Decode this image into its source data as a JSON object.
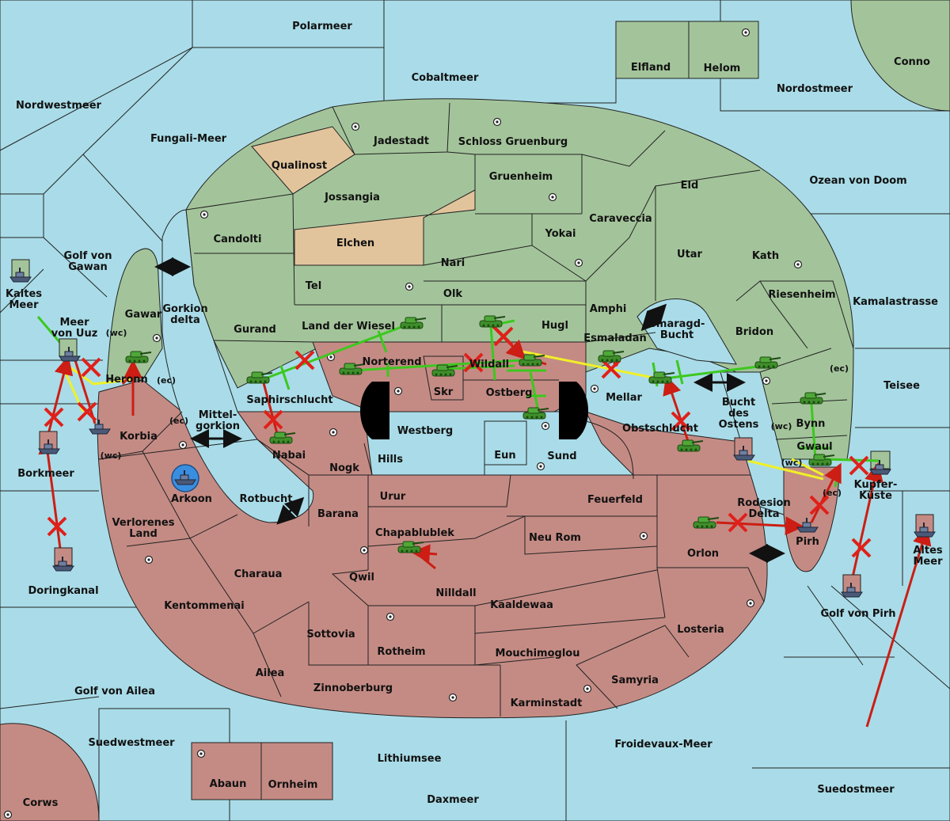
{
  "map": {
    "colors": {
      "sea": "#a9dce8",
      "green_land": "#a3c49a",
      "red_land": "#c48b84",
      "neutral_land": "#e2c49c",
      "green_order": "#3cc81e",
      "red_order": "#cc1e14",
      "yellow_order": "#f0f028",
      "border": "#222222"
    },
    "icons": [
      "army-icon",
      "fleet-icon",
      "supply-center-icon",
      "cross-mark-icon",
      "double-arrow-icon"
    ],
    "sea_labels": {
      "polarmeer": "Polarmeer",
      "cobaltmeer": "Cobaltmeer",
      "nordwestmeer": "Nordwestmeer",
      "fungali_meer": "Fungali-Meer",
      "nordostmeer": "Nordostmeer",
      "ozean_von_doom": "Ozean von Doom",
      "golf_von_gawan_1": "Golf von",
      "golf_von_gawan_2": "Gawan",
      "kaltes_meer_1": "Kaltes",
      "kaltes_meer_2": "Meer",
      "meer_von_uuz_1": "Meer",
      "meer_von_uuz_2": "von Uuz",
      "gorkion_delta_1": "Gorkion",
      "gorkion_delta_2": "delta",
      "mittelgorkion_1": "Mittel-",
      "mittelgorkion_2": "gorkion",
      "borkmeer": "Borkmeer",
      "rotbucht": "Rotbucht",
      "smaragd_bucht_1": "Smaragd-",
      "smaragd_bucht_2": "Bucht",
      "kamalastrasse": "Kamalastrasse",
      "teisee": "Teisee",
      "bucht_des_ostens_1": "Bucht",
      "bucht_des_ostens_2": "des",
      "bucht_des_ostens_3": "Ostens",
      "rodesion_delta_1": "Rodesion",
      "rodesion_delta_2": "Delta",
      "altes_meer_1": "Altes",
      "altes_meer_2": "Meer",
      "golf_von_pirh": "Golf von Pirh",
      "doringkanal": "Doringkanal",
      "golf_von_ailea": "Golf von Ailea",
      "suedwestmeer": "Suedwestmeer",
      "lithiumsee": "Lithiumsee",
      "froidevaux_meer": "Froidevaux-Meer",
      "daxmeer": "Daxmeer",
      "suedostmeer": "Suedostmeer"
    },
    "land_labels": {
      "elfland": "Elfland",
      "helom": "Helom",
      "conno": "Conno",
      "jadestadt": "Jadestadt",
      "schloss_gruenburg": "Schloss Gruenburg",
      "qualinost": "Qualinost",
      "gruenheim": "Gruenheim",
      "eld": "Eld",
      "jossangia": "Jossangia",
      "caraveccia": "Caraveccia",
      "candolti": "Candolti",
      "yokai": "Yokai",
      "elchen": "Elchen",
      "utar": "Utar",
      "nari": "Nari",
      "kath": "Kath",
      "tel": "Tel",
      "olk": "Olk",
      "riesenheim": "Riesenheim",
      "amphi": "Amphi",
      "gawar": "Gawar",
      "gurand": "Gurand",
      "land_der_wiesel": "Land der Wiesel",
      "hugl": "Hugl",
      "bridon": "Bridon",
      "esmaladan": "Esmaladan",
      "norterend": "Norterend",
      "wildall": "Wildall",
      "heronn": "Heronn",
      "skr": "Skr",
      "ostberg": "Ostberg",
      "mellar": "Mellar",
      "saphirschlucht": "Saphirschlucht",
      "bynn": "Bynn",
      "westberg": "Westberg",
      "obstschlucht": "Obstschlucht",
      "korbia": "Korbia",
      "nabai": "Nabai",
      "gwaul": "Gwaul",
      "hills": "Hills",
      "eun": "Eun",
      "sund": "Sund",
      "nogk": "Nogk",
      "kupfer_kueste_1": "Kupfer-",
      "kupfer_kueste_2": "Küste",
      "arkoon": "Arkoon",
      "urur": "Urur",
      "feuerfeld": "Feuerfeld",
      "barana": "Barana",
      "verlorenes_land_1": "Verlorenes",
      "verlorenes_land_2": "Land",
      "chapablublek": "Chapablublek",
      "neu_rom": "Neu Rom",
      "pirh": "Pirh",
      "orlon": "Orlon",
      "charaua": "Charaua",
      "qwil": "Qwil",
      "nilldall": "Nilldall",
      "kentommenai": "Kentommenai",
      "kaaldewaa": "Kaaldewaa",
      "losteria": "Losteria",
      "sottovia": "Sottovia",
      "rotheim": "Rotheim",
      "mouchimoglou": "Mouchimoglou",
      "ailea": "Ailea",
      "samyria": "Samyria",
      "zinnoberburg": "Zinnoberburg",
      "karminstadt": "Karminstadt",
      "abaun": "Abaun",
      "ornheim": "Ornheim",
      "corws": "Corws"
    },
    "coast_labels": {
      "wc": "(wc)",
      "ec": "(ec)"
    }
  }
}
